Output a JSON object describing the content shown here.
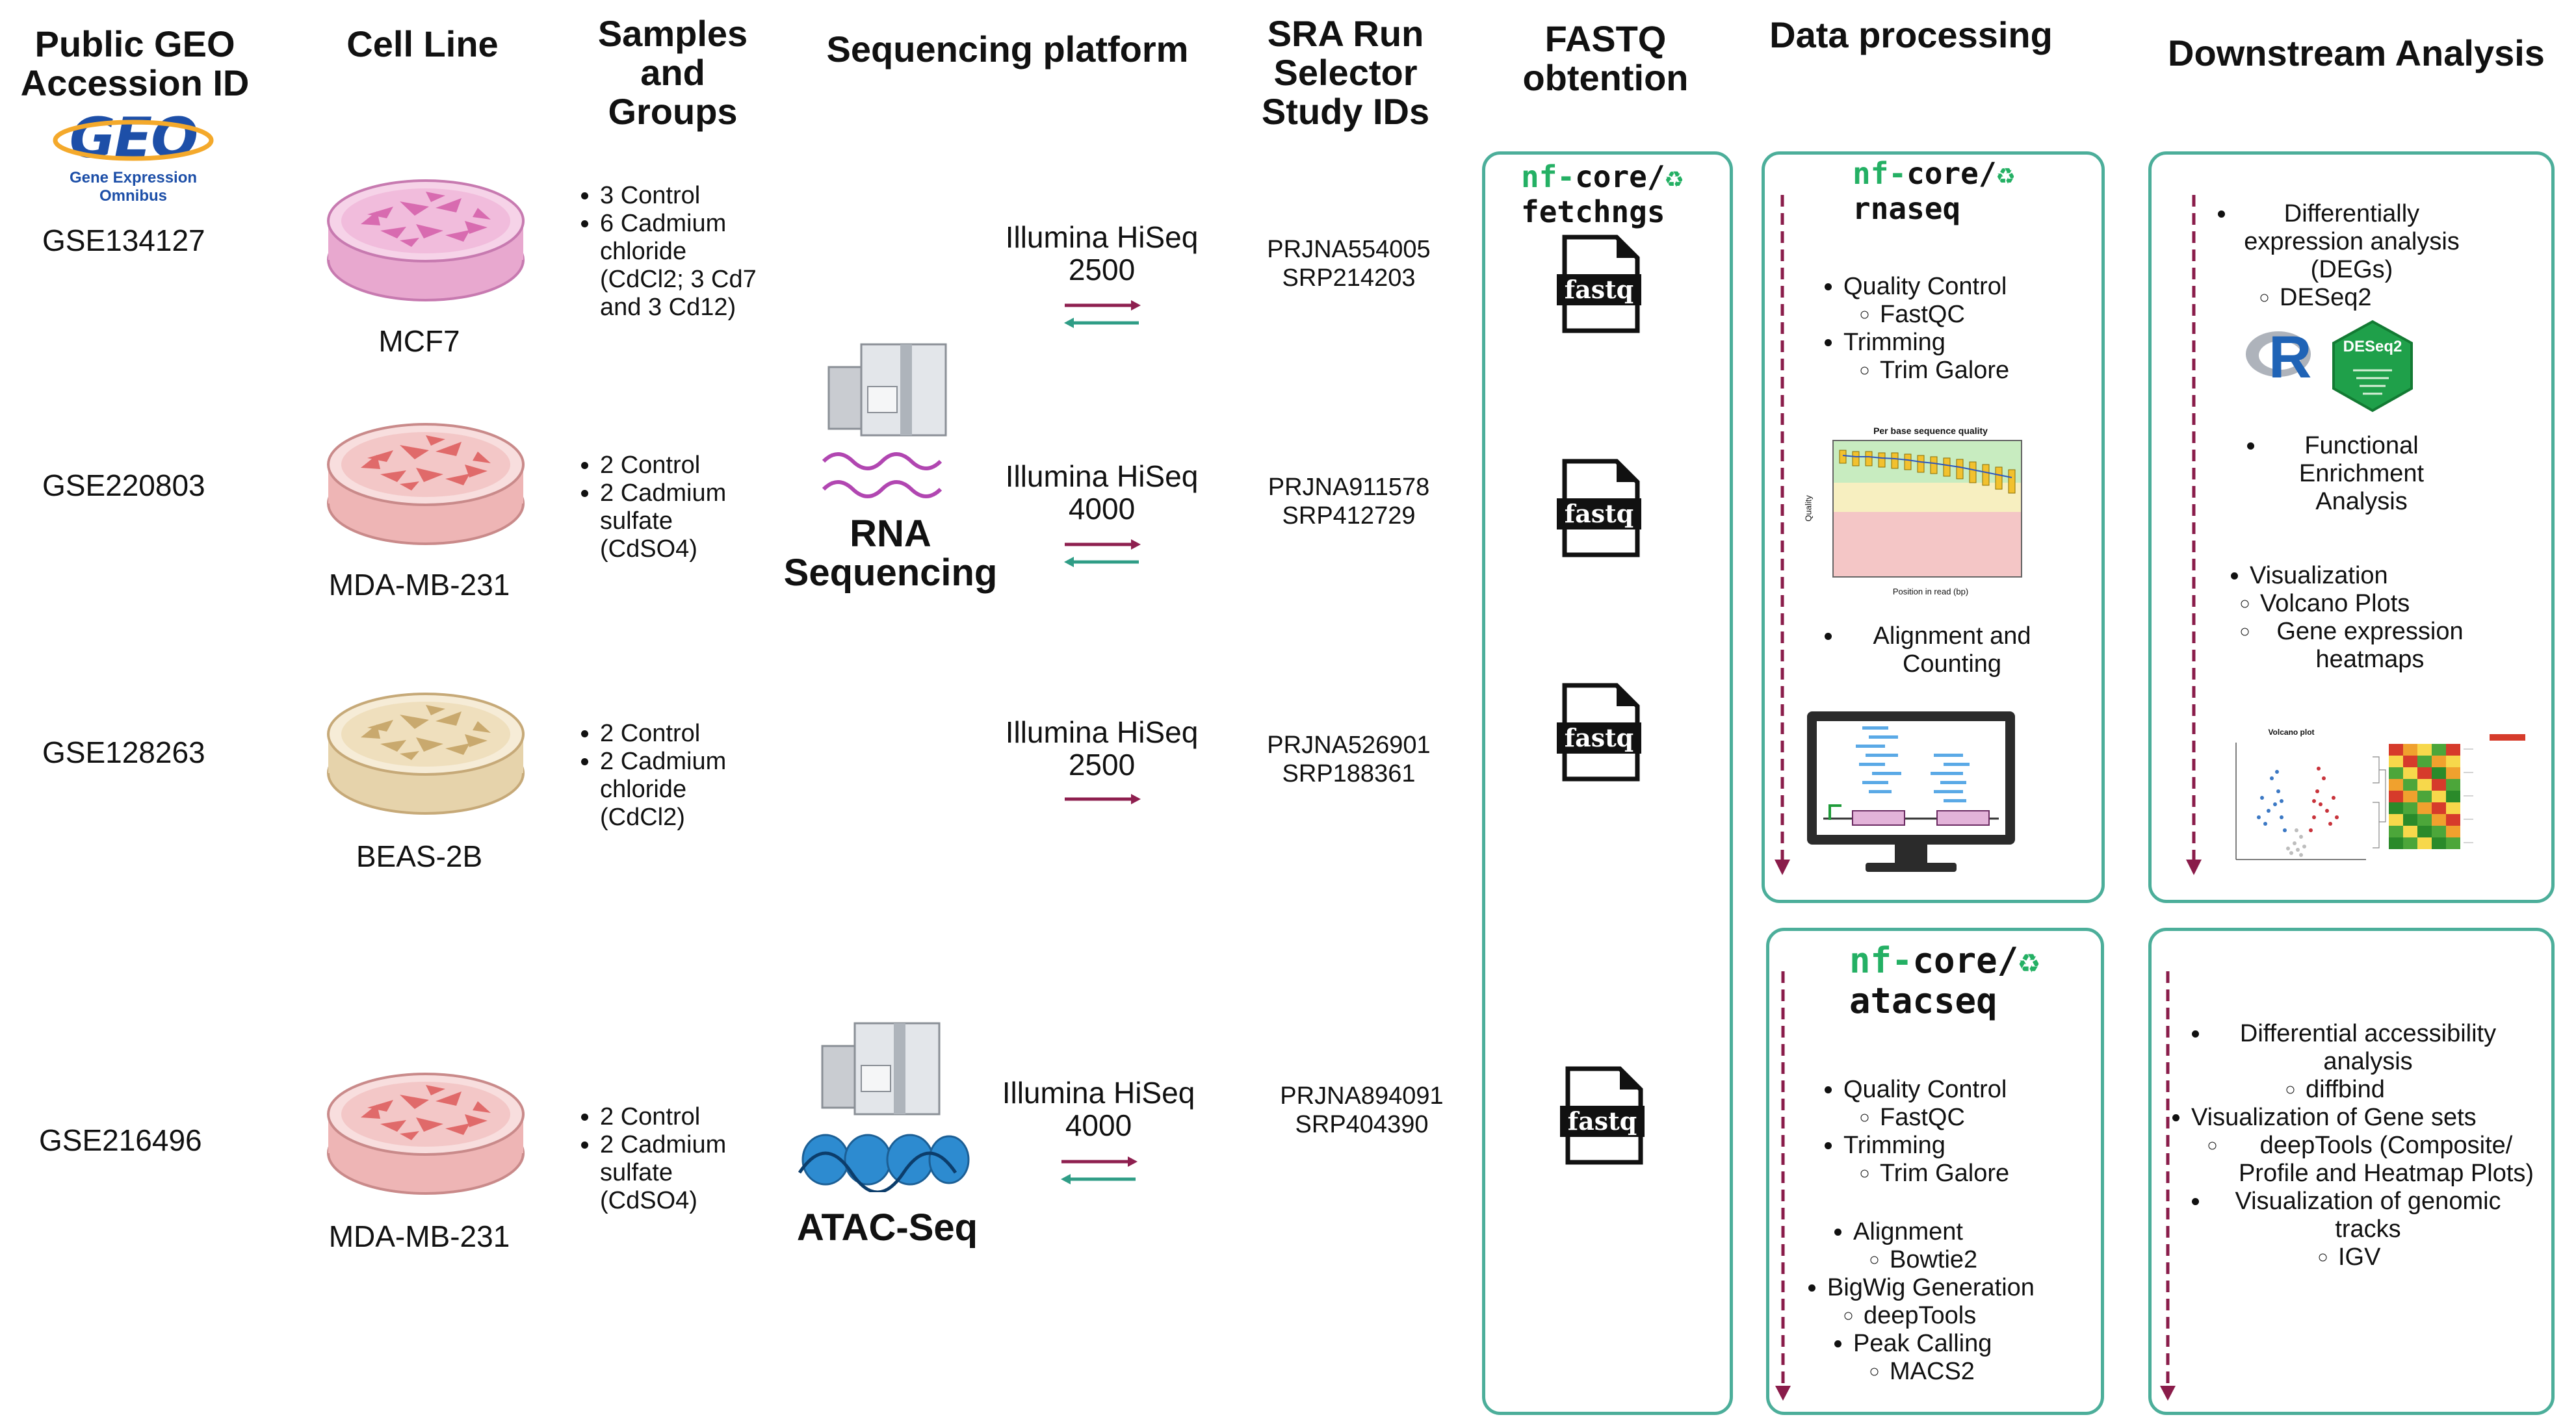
{
  "headers": {
    "geo": "Public GEO Accession ID",
    "cell_line": "Cell Line",
    "samples": "Samples and Groups",
    "platform": "Sequencing platform",
    "sra": "SRA Run Selector Study IDs",
    "fastq": "FASTQ obtention",
    "processing": "Data processing",
    "downstream": "Downstream Analysis"
  },
  "geo_logo": {
    "text": "GEO",
    "subtitle": "Gene Expression Omnibus"
  },
  "rows": [
    {
      "accession": "GSE134127",
      "cell_line": "MCF7",
      "dish_color": "#d86bb0",
      "samples": [
        "3 Control",
        "6 Cadmium chloride (CdCl2; 3 Cd7 and 3 Cd12)"
      ],
      "platform": "Illumina HiSeq 2500",
      "prjna": "PRJNA554005",
      "srp": "SRP214203"
    },
    {
      "accession": "GSE220803",
      "cell_line": "MDA-MB-231",
      "dish_color": "#e06a6a",
      "samples": [
        "2 Control",
        "2 Cadmium sulfate (CdSO4)"
      ],
      "platform": "Illumina HiSeq 4000",
      "prjna": "PRJNA911578",
      "srp": "SRP412729"
    },
    {
      "accession": "GSE128263",
      "cell_line": "BEAS-2B",
      "dish_color": "#c9a96e",
      "samples": [
        "2 Control",
        "2 Cadmium chloride (CdCl2)"
      ],
      "platform": "Illumina HiSeq 2500",
      "prjna": "PRJNA526901",
      "srp": "SRP188361"
    },
    {
      "accession": "GSE216496",
      "cell_line": "MDA-MB-231",
      "dish_color": "#e06a6a",
      "samples": [
        "2 Control",
        "2 Cadmium sulfate (CdSO4)"
      ],
      "platform": "Illumina HiSeq 4000",
      "prjna": "PRJNA894091",
      "srp": "SRP404390"
    }
  ],
  "techniques": {
    "rna": "RNA Sequencing",
    "atac": "ATAC-Seq"
  },
  "fastq_label": "fastq",
  "pipelines": {
    "fetchngs": {
      "prefix_green": "nf-",
      "prefix_black": "core/",
      "name": "fetchngs"
    },
    "rnaseq": {
      "prefix_green": "nf-",
      "prefix_black": "core/",
      "name": "rnaseq"
    },
    "atacseq": {
      "prefix_green": "nf-",
      "prefix_black": "core/",
      "name": "atacseq"
    }
  },
  "rnaseq_steps": {
    "qc": "Quality Control",
    "fastqc": "FastQC",
    "trimming": "Trimming",
    "trimgalore": "Trim Galore",
    "align": "Alignment and Counting"
  },
  "qc_plot": {
    "title": "Per base sequence quality",
    "xlabel": "Position in read (bp)",
    "ylabel": "Quality"
  },
  "atacseq_steps": {
    "qc": "Quality Control",
    "fastqc": "FastQC",
    "trimming": "Trimming",
    "trimgalore": "Trim Galore",
    "alignment": "Alignment",
    "bowtie": "Bowtie2",
    "bigwig": "BigWig Generation",
    "deeptools": "deepTools",
    "peak": "Peak Calling",
    "macs": "MACS2"
  },
  "downstream_rna": {
    "deg": "Differentially expression analysis (DEGs)",
    "deseq": "DESeq2",
    "r_logo": "R",
    "deseq_logo": "DESeq2",
    "fea": "Functional Enrichment Analysis",
    "vis": "Visualization",
    "volcano": "Volcano Plots",
    "heatmaps": "Gene expression heatmaps",
    "volcano_title": "Volcano plot"
  },
  "downstream_atac": {
    "diffacc": "Differential accessibility analysis",
    "diffbind": "diffbind",
    "visgene": "Visualization of Gene sets",
    "deeptools": "deepTools (Composite/ Profile and Heatmap Plots)",
    "visgenomic": "Visualization of genomic tracks",
    "igv": "IGV"
  },
  "colors": {
    "box_border": "#4cae9a",
    "arrow_maroon": "#8e1f4f",
    "arrow_teal": "#2f9d86",
    "nf_green": "#24b064",
    "dash_arrow": "#8a1c4a"
  }
}
